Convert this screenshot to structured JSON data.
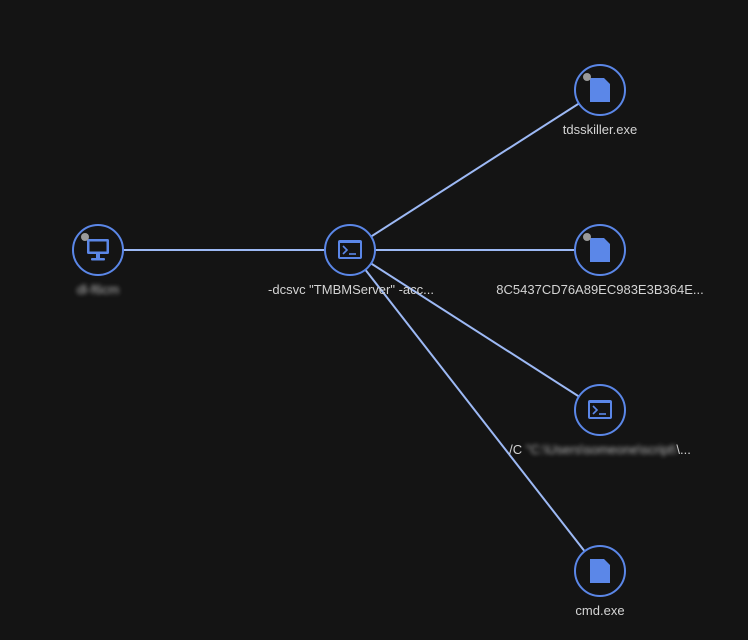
{
  "accent_color": "#5b87e8",
  "edge_color": "#9db9f5",
  "background": "#141414",
  "nodes": {
    "device": {
      "icon": "computer-icon",
      "label": "dl-f6cm"
    },
    "process_main": {
      "icon": "terminal-icon",
      "label": "-dcsvc \"TMBMServer\" -acc..."
    },
    "file_tdsskiller": {
      "icon": "file-icon",
      "label": "tdsskiller.exe"
    },
    "file_hash": {
      "icon": "file-icon",
      "label": "8C5437CD76A89EC983E3B364E..."
    },
    "process_cmd": {
      "icon": "terminal-icon",
      "label_prefix": "/C ",
      "label_blur": "\"C:\\Users\\someone\\script\\",
      "label_suffix": "\\..."
    },
    "file_cmd": {
      "icon": "file-icon",
      "label": "cmd.exe"
    }
  }
}
